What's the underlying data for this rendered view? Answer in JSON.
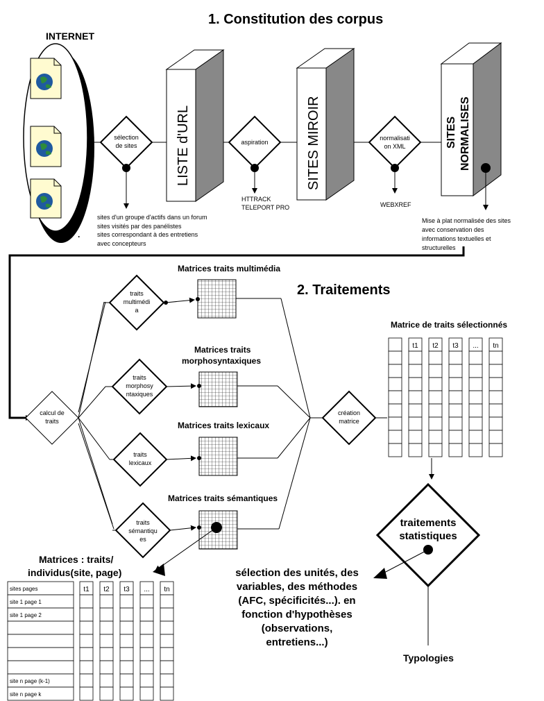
{
  "titles": {
    "section1": "1. Constitution des corpus",
    "section2": "2. Traitements"
  },
  "internet": {
    "label": "INTERNET"
  },
  "pillars": {
    "liste_url": "LISTE d'URL",
    "sites_miroir": "SITES MIROIR",
    "sites_normalises": [
      "SITES",
      "NORMALISES"
    ]
  },
  "decisions": {
    "selection_sites": [
      "sélection",
      "de sites"
    ],
    "aspiration": [
      "aspiration"
    ],
    "normalisation": [
      "normalisati",
      "on XML"
    ],
    "calcul_traits": [
      "calcul de",
      "traits"
    ],
    "traits_multimedia": [
      "traits",
      "multimédi",
      "a"
    ],
    "traits_morpho": [
      "traits",
      "morphosy",
      "ntaxiques"
    ],
    "traits_lexicaux": [
      "traits",
      "lexicaux"
    ],
    "traits_semantiques": [
      "traits",
      "sémantiqu",
      "es"
    ],
    "creation_matrice": [
      "création",
      "matrice"
    ],
    "traitements_statistiques": [
      "traitements",
      "statistiques"
    ]
  },
  "notes": {
    "sources": [
      "sites d'un groupe d'actifs dans un forum",
      "sites visités par des panélistes",
      "sites correspondant à des entretiens",
      "avec concepteurs"
    ],
    "tools_aspiration": [
      "HTTRACK",
      "TELEPORT PRO"
    ],
    "tools_normalisation": [
      "WEBXREF"
    ],
    "mise_a_plat": [
      "Mise à plat normalisée des sites",
      "avec conservation des",
      "informations textuelles et",
      "structurelles"
    ],
    "selection_unites": [
      "sélection des unités, des",
      "variables, des méthodes",
      "(AFC, spécificités...). en",
      "fonction d'hypothèses",
      "(observations,",
      "entretiens...)"
    ],
    "typologies": "Typologies"
  },
  "matrices": {
    "multimedia": "Matrices traits multimédia",
    "morpho": [
      "Matrices traits",
      "morphosyntaxiques"
    ],
    "lexicaux": "Matrices traits lexicaux",
    "semantiques": "Matrices traits sémantiques",
    "selected_title": "Matrice de traits sélectionnés",
    "selected_headers": [
      "",
      "t1",
      "t2",
      "t3",
      "...",
      "tn"
    ],
    "individus_title": [
      "Matrices : traits/",
      "individus(site, page)"
    ],
    "individus_headers": [
      "t1",
      "t2",
      "t3",
      "...",
      "tn"
    ],
    "individus_rows": [
      "sites pages",
      "site 1 page 1",
      "site 1 page 2",
      "",
      "",
      "",
      "",
      "site n page (k-1)",
      "site n page k"
    ]
  },
  "bullet": "."
}
